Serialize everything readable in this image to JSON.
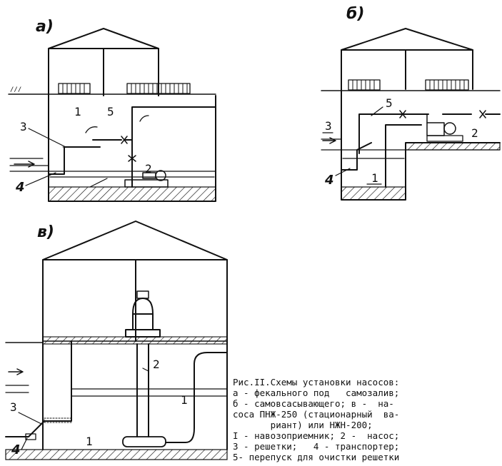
{
  "figure": {
    "panels": {
      "a": {
        "letter": "a)",
        "labels": {
          "l1": "1",
          "l2": "2",
          "l3": "3",
          "l4": "4",
          "l5": "5"
        }
      },
      "b": {
        "letter": "б)",
        "labels": {
          "l1": "1",
          "l2": "2",
          "l3": "3",
          "l4": "4",
          "l5": "5"
        }
      },
      "c": {
        "letter": "в)",
        "labels": {
          "l1": "1",
          "l2": "2",
          "l3": "3",
          "l4": "4",
          "l1b": "1"
        }
      }
    },
    "caption": {
      "lines": [
        "Рис.II.Схемы установки насосов:",
        "а - фекального под   самозалив;",
        "б - самовсасывающего; в -  на-",
        "соса ПНЖ-250 (стационарный  ва-",
        "       риант) или НЖН-200;",
        "I - навозоприемник; 2 -  насос;",
        "3 - решетки;   4 - транспортер;",
        "5- перепуск для очистки решетки"
      ]
    }
  }
}
